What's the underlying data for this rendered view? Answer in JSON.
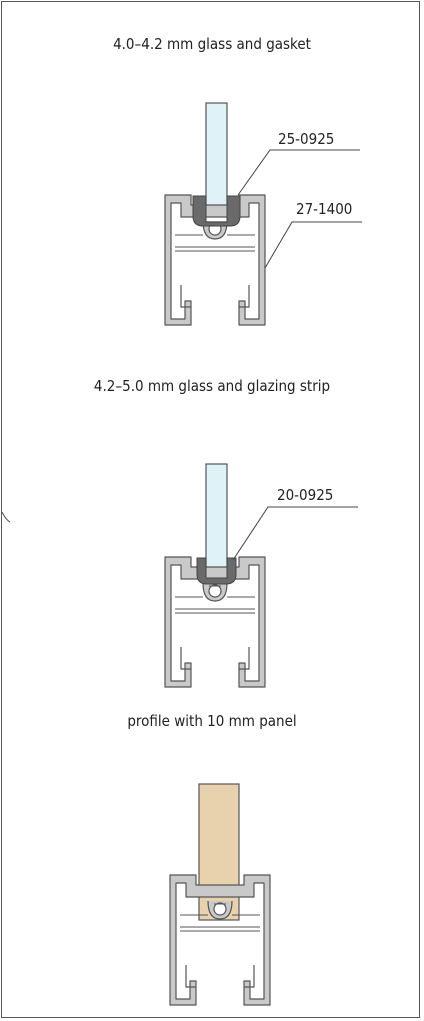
{
  "sections": [
    {
      "caption": "4.0–4.2 mm glass and gasket"
    },
    {
      "caption": "4.2–5.0 mm glass and glazing strip"
    },
    {
      "caption": "profile with 10 mm panel"
    }
  ],
  "labels": {
    "gasket_part": "25-0925",
    "profile_part": "27-1400",
    "glazing_strip_part": "20-0925"
  },
  "colors": {
    "glass": "#dff2f8",
    "aluminium": "#c9c9c9",
    "aluminium_edge": "#555555",
    "gasket": "#6a6a6a",
    "panel": "#e8d2ad",
    "frame": "#555555"
  }
}
